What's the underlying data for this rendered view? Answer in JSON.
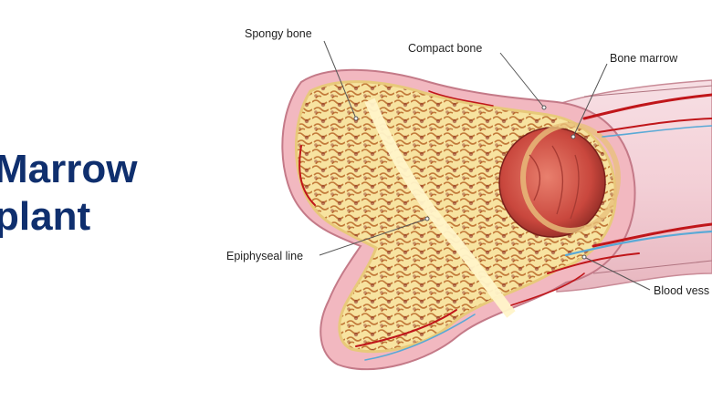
{
  "banner": {
    "title_line1": "Marrow",
    "title_line2": "plant"
  },
  "diagram": {
    "labels": {
      "spongy_bone": "Spongy bone",
      "compact_bone": "Compact bone",
      "bone_marrow": "Bone marrow",
      "epiphyseal_line": "Epiphyseal line",
      "blood_vessels": "Blood vess"
    }
  },
  "colors": {
    "title": "#0f2f6e",
    "cortex_pink": "#f2b8c0",
    "spongy_yellow": "#f7e6a4",
    "marrow_red": "#c9473d",
    "vessel_red": "#c0161a",
    "vessel_blue": "#5aa9d6"
  }
}
